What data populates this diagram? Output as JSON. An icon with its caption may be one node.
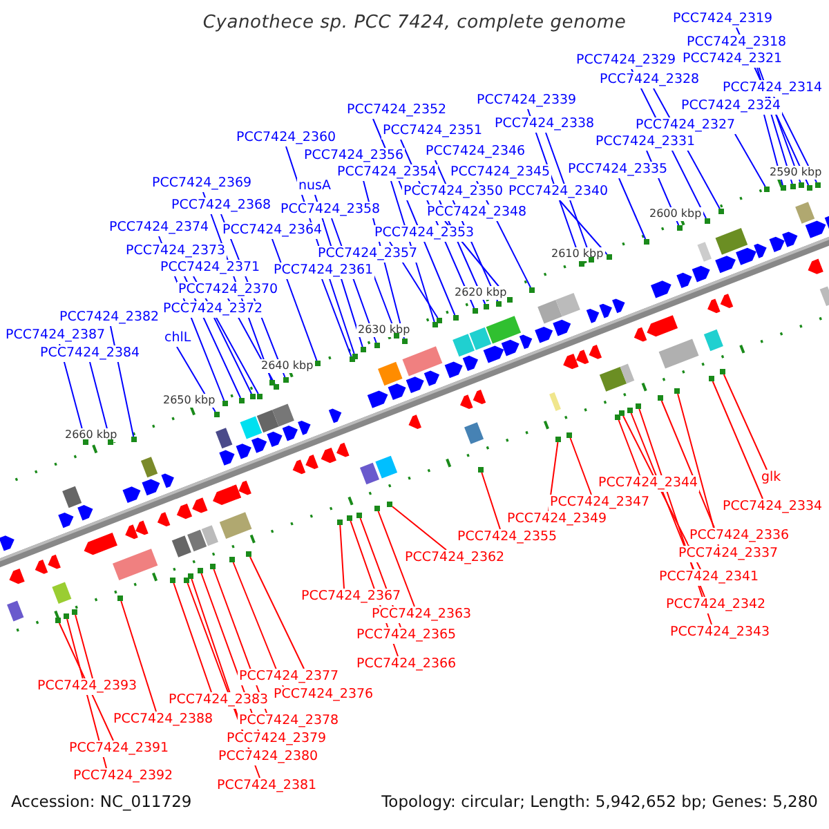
{
  "diagram": {
    "title": "Cyanothece sp. PCC 7424, complete genome",
    "nodes": [
      {
        "text": [
          "PCC7424_2319"
        ]
      },
      {
        "text": [
          "PCC7424_2318"
        ]
      },
      {
        "text": [
          "PCC7424_2321"
        ]
      },
      {
        "text": [
          "PCC7424_2314"
        ]
      },
      {
        "text": [
          "PCC7424_2329"
        ]
      },
      {
        "text": [
          "PCC7424_2328"
        ]
      },
      {
        "text": [
          "PCC7424_2324"
        ]
      },
      {
        "text": [
          "PCC7424_2327"
        ]
      },
      {
        "text": [
          "PCC7424_2331"
        ]
      },
      {
        "text": [
          "PCC7424_2335"
        ]
      },
      {
        "text": [
          "PCC7424_2339"
        ]
      },
      {
        "text": [
          "PCC7424_2338"
        ]
      },
      {
        "text": [
          "PCC7424_2352"
        ]
      },
      {
        "text": [
          "PCC7424_2351"
        ]
      },
      {
        "text": [
          "PCC7424_2346"
        ]
      },
      {
        "text": [
          "PCC7424_2345"
        ]
      },
      {
        "text": [
          "PCC7424_2340"
        ]
      },
      {
        "text": [
          "PCC7424_2350"
        ]
      },
      {
        "text": [
          "PCC7424_2348"
        ]
      },
      {
        "text": [
          "PCC7424_2353"
        ]
      },
      {
        "text": [
          "PCC7424_2360"
        ]
      },
      {
        "text": [
          "PCC7424_2356"
        ]
      },
      {
        "text": [
          "PCC7424_2354"
        ]
      },
      {
        "text": [
          "nusA"
        ]
      },
      {
        "text": [
          "PCC7424_2358"
        ]
      },
      {
        "text": [
          "PCC7424_2357"
        ]
      },
      {
        "text": [
          "PCC7424_2361"
        ]
      },
      {
        "text": [
          "PCC7424_2369"
        ]
      },
      {
        "text": [
          "PCC7424_2368"
        ]
      },
      {
        "text": [
          "PCC7424_2364"
        ]
      },
      {
        "text": [
          "PCC7424_2374"
        ]
      },
      {
        "text": [
          "PCC7424_2373"
        ]
      },
      {
        "text": [
          "PCC7424_2371"
        ]
      },
      {
        "text": [
          "PCC7424_2370"
        ]
      },
      {
        "text": [
          "PCC7424_2372"
        ]
      },
      {
        "text": [
          "PCC7424_2382"
        ]
      },
      {
        "text": [
          "PCC7424_2387"
        ]
      },
      {
        "text": [
          "chlL"
        ]
      },
      {
        "text": [
          "PCC7424_2384"
        ]
      },
      {
        "text": [
          "glk"
        ]
      },
      {
        "text": [
          "PCC7424_2334"
        ]
      },
      {
        "text": [
          "PCC7424_2344"
        ]
      },
      {
        "text": [
          "PCC7424_2347"
        ]
      },
      {
        "text": [
          "PCC7424_2349"
        ]
      },
      {
        "text": [
          "PCC7424_2336"
        ]
      },
      {
        "text": [
          "PCC7424_2355"
        ]
      },
      {
        "text": [
          "PCC7424_2337"
        ]
      },
      {
        "text": [
          "PCC7424_2362"
        ]
      },
      {
        "text": [
          "PCC7424_2341"
        ]
      },
      {
        "text": [
          "PCC7424_2342"
        ]
      },
      {
        "text": [
          "PCC7424_2343"
        ]
      },
      {
        "text": [
          "PCC7424_2367"
        ]
      },
      {
        "text": [
          "PCC7424_2363"
        ]
      },
      {
        "text": [
          "PCC7424_2365"
        ]
      },
      {
        "text": [
          "PCC7424_2366"
        ]
      },
      {
        "text": [
          "PCC7424_2377"
        ]
      },
      {
        "text": [
          "PCC7424_2376"
        ]
      },
      {
        "text": [
          "PCC7424_2393"
        ]
      },
      {
        "text": [
          "PCC7424_2383"
        ]
      },
      {
        "text": [
          "PCC7424_2388"
        ]
      },
      {
        "text": [
          "PCC7424_2378"
        ]
      },
      {
        "text": [
          "PCC7424_2379"
        ]
      },
      {
        "text": [
          "PCC7424_2391"
        ]
      },
      {
        "text": [
          "PCC7424_2380"
        ]
      },
      {
        "text": [
          "PCC7424_2392"
        ]
      },
      {
        "text": [
          "PCC7424_2381"
        ]
      },
      {
        "text": [],
        "shape": "bar"
      },
      {
        "text": [],
        "shape": "bar"
      },
      {
        "text": [],
        "shape": "bar"
      },
      {
        "text": [],
        "shape": "bar"
      },
      {
        "text": [],
        "shape": "bar"
      },
      {
        "text": [],
        "shape": "bar"
      },
      {
        "text": [],
        "shape": "bar"
      },
      {
        "text": [],
        "shape": "bar"
      },
      {
        "text": [],
        "shape": "bar"
      },
      {
        "text": [],
        "shape": "bar"
      },
      {
        "text": [],
        "shape": "bar"
      },
      {
        "text": [],
        "shape": "bar"
      },
      {
        "text": [],
        "shape": "bar"
      },
      {
        "text": [],
        "shape": "bar"
      },
      {
        "text": [],
        "shape": "bar"
      },
      {
        "text": [],
        "shape": "bar"
      },
      {
        "text": [],
        "shape": "bar"
      },
      {
        "text": [],
        "shape": "bar"
      },
      {
        "text": [],
        "shape": "bar"
      },
      {
        "text": [],
        "shape": "bar"
      },
      {
        "text": [],
        "shape": "bar"
      },
      {
        "text": [],
        "shape": "bar"
      },
      {
        "text": [],
        "shape": "bar"
      },
      {
        "text": [],
        "shape": "bar"
      },
      {
        "text": [],
        "shape": "bar"
      },
      {
        "text": [],
        "shape": "bar"
      },
      {
        "text": [],
        "shape": "bar"
      },
      {
        "text": [],
        "shape": "bar"
      },
      {
        "text": [],
        "shape": "bar"
      },
      {
        "text": [],
        "shape": "bar"
      },
      {
        "text": [],
        "shape": "bar"
      },
      {
        "text": [],
        "shape": "bar"
      },
      {
        "text": [],
        "shape": "bar"
      },
      {
        "text": [],
        "shape": "bar"
      },
      {
        "text": [],
        "shape": "bar"
      },
      {
        "text": [],
        "shape": "bar"
      },
      {
        "text": [],
        "shape": "bar"
      },
      {
        "text": [],
        "shape": "bar"
      },
      {
        "text": [],
        "shape": "bar"
      },
      {
        "text": [],
        "shape": "bar"
      },
      {
        "text": [],
        "shape": "bar"
      },
      {
        "text": [],
        "shape": "bar"
      },
      {
        "text": [],
        "shape": "bar"
      },
      {
        "text": [],
        "shape": "bar"
      },
      {
        "text": [],
        "shape": "bar"
      },
      {
        "text": [],
        "shape": "bar"
      },
      {
        "text": [],
        "shape": "bar"
      },
      {
        "text": [],
        "shape": "bar"
      },
      {
        "text": [],
        "shape": "bar"
      },
      {
        "text": [],
        "shape": "bar"
      },
      {
        "text": [],
        "shape": "bar"
      },
      {
        "text": [],
        "shape": "bar"
      },
      {
        "text": [],
        "shape": "bar"
      },
      {
        "text": [],
        "shape": "bar"
      },
      {
        "text": [],
        "shape": "bar"
      },
      {
        "text": [],
        "shape": "bar"
      },
      {
        "text": [],
        "shape": "bar"
      },
      {
        "text": [],
        "shape": "bar"
      },
      {
        "text": [],
        "shape": "bar"
      },
      {
        "text": [],
        "shape": "bar"
      },
      {
        "text": [],
        "shape": "bar"
      },
      {
        "text": [],
        "shape": "bar"
      },
      {
        "text": [],
        "shape": "bar"
      },
      {
        "text": [],
        "shape": "bar"
      },
      {
        "text": [],
        "shape": "bar"
      },
      {
        "text": [],
        "shape": "bar"
      }
    ],
    "edges": [
      {
        "from": 0,
        "to": 66,
        "arrow": "none"
      },
      {
        "from": 1,
        "to": 67,
        "arrow": "none"
      },
      {
        "from": 2,
        "to": 68,
        "arrow": "none"
      },
      {
        "from": 3,
        "to": 69,
        "arrow": "none"
      },
      {
        "from": 4,
        "to": 70,
        "arrow": "none"
      },
      {
        "from": 5,
        "to": 71,
        "arrow": "none"
      },
      {
        "from": 6,
        "to": 72,
        "arrow": "none"
      },
      {
        "from": 7,
        "to": 73,
        "arrow": "none"
      },
      {
        "from": 8,
        "to": 74,
        "arrow": "none"
      },
      {
        "from": 9,
        "to": 75,
        "arrow": "none"
      },
      {
        "from": 10,
        "to": 76,
        "arrow": "none"
      },
      {
        "from": 11,
        "to": 77,
        "arrow": "none"
      },
      {
        "from": 12,
        "to": 78,
        "arrow": "none"
      },
      {
        "from": 13,
        "to": 79,
        "arrow": "none"
      },
      {
        "from": 14,
        "to": 80,
        "arrow": "none"
      },
      {
        "from": 15,
        "to": 81,
        "arrow": "none"
      },
      {
        "from": 16,
        "to": 82,
        "arrow": "none"
      },
      {
        "from": 17,
        "to": 83,
        "arrow": "none"
      },
      {
        "from": 18,
        "to": 84,
        "arrow": "none"
      },
      {
        "from": 19,
        "to": 85,
        "arrow": "none"
      },
      {
        "from": 20,
        "to": 86,
        "arrow": "none"
      },
      {
        "from": 21,
        "to": 87,
        "arrow": "none"
      },
      {
        "from": 22,
        "to": 88,
        "arrow": "none"
      },
      {
        "from": 23,
        "to": 89,
        "arrow": "none"
      },
      {
        "from": 24,
        "to": 90,
        "arrow": "none"
      },
      {
        "from": 25,
        "to": 91,
        "arrow": "none"
      },
      {
        "from": 26,
        "to": 92,
        "arrow": "none"
      },
      {
        "from": 27,
        "to": 93,
        "arrow": "none"
      },
      {
        "from": 28,
        "to": 94,
        "arrow": "none"
      },
      {
        "from": 29,
        "to": 95,
        "arrow": "none"
      },
      {
        "from": 30,
        "to": 96,
        "arrow": "none"
      },
      {
        "from": 31,
        "to": 97,
        "arrow": "none"
      },
      {
        "from": 32,
        "to": 98,
        "arrow": "none"
      },
      {
        "from": 33,
        "to": 99,
        "arrow": "none"
      },
      {
        "from": 34,
        "to": 100,
        "arrow": "none"
      },
      {
        "from": 35,
        "to": 101,
        "arrow": "none"
      },
      {
        "from": 36,
        "to": 102,
        "arrow": "none"
      },
      {
        "from": 37,
        "to": 103,
        "arrow": "none"
      },
      {
        "from": 38,
        "to": 104,
        "arrow": "none"
      },
      {
        "from": 39,
        "to": 105,
        "arrow": "none",
        "color": "#ff0000"
      },
      {
        "from": 40,
        "to": 106,
        "arrow": "none",
        "color": "#ff0000"
      },
      {
        "from": 41,
        "to": 107,
        "arrow": "none",
        "color": "#ff0000"
      },
      {
        "from": 42,
        "to": 108,
        "arrow": "none",
        "color": "#ff0000"
      },
      {
        "from": 43,
        "to": 109,
        "arrow": "none",
        "color": "#ff0000"
      },
      {
        "from": 44,
        "to": 110,
        "arrow": "none",
        "color": "#ff0000"
      },
      {
        "from": 45,
        "to": 111,
        "arrow": "none",
        "color": "#ff0000"
      },
      {
        "from": 46,
        "to": 112,
        "arrow": "none",
        "color": "#ff0000"
      },
      {
        "from": 47,
        "to": 113,
        "arrow": "none",
        "color": "#ff0000"
      },
      {
        "from": 48,
        "to": 114,
        "arrow": "none",
        "color": "#ff0000"
      },
      {
        "from": 49,
        "to": 115,
        "arrow": "none",
        "color": "#ff0000"
      },
      {
        "from": 50,
        "to": 116,
        "arrow": "none",
        "color": "#ff0000"
      },
      {
        "from": 51,
        "to": 117,
        "arrow": "none",
        "color": "#ff0000"
      },
      {
        "from": 52,
        "to": 118,
        "arrow": "none",
        "color": "#ff0000"
      },
      {
        "from": 53,
        "to": 119,
        "arrow": "none",
        "color": "#ff0000"
      },
      {
        "from": 54,
        "to": 120,
        "arrow": "none",
        "color": "#ff0000"
      },
      {
        "from": 55,
        "to": 121,
        "arrow": "none",
        "color": "#ff0000"
      },
      {
        "from": 56,
        "to": 122,
        "arrow": "none",
        "color": "#ff0000"
      },
      {
        "from": 57,
        "to": 123,
        "arrow": "none",
        "color": "#ff0000"
      },
      {
        "from": 58,
        "to": 124,
        "arrow": "none",
        "color": "#ff0000"
      },
      {
        "from": 59,
        "to": 125,
        "arrow": "none",
        "color": "#ff0000"
      },
      {
        "from": 60,
        "to": 126,
        "arrow": "none",
        "color": "#ff0000"
      },
      {
        "from": 61,
        "to": 127,
        "arrow": "none",
        "color": "#ff0000"
      },
      {
        "from": 62,
        "to": 128,
        "arrow": "none",
        "color": "#ff0000"
      },
      {
        "from": 63,
        "to": 129,
        "arrow": "none",
        "color": "#ff0000"
      },
      {
        "from": 64,
        "to": 130,
        "arrow": "none",
        "color": "#ff0000"
      },
      {
        "from": 65,
        "to": 131,
        "arrow": "none",
        "color": "#ff0000"
      }
    ],
    "labels": [
      "2590 kbp",
      "2600 kbp",
      "2610 kbp",
      "2620 kbp",
      "2630 kbp",
      "2640 kbp",
      "2650 kbp",
      "2660 kbp",
      "Accession: NC_011729",
      "Topology: circular; Length: 5,942,652 bp; Genes: 5,280"
    ]
  }
}
